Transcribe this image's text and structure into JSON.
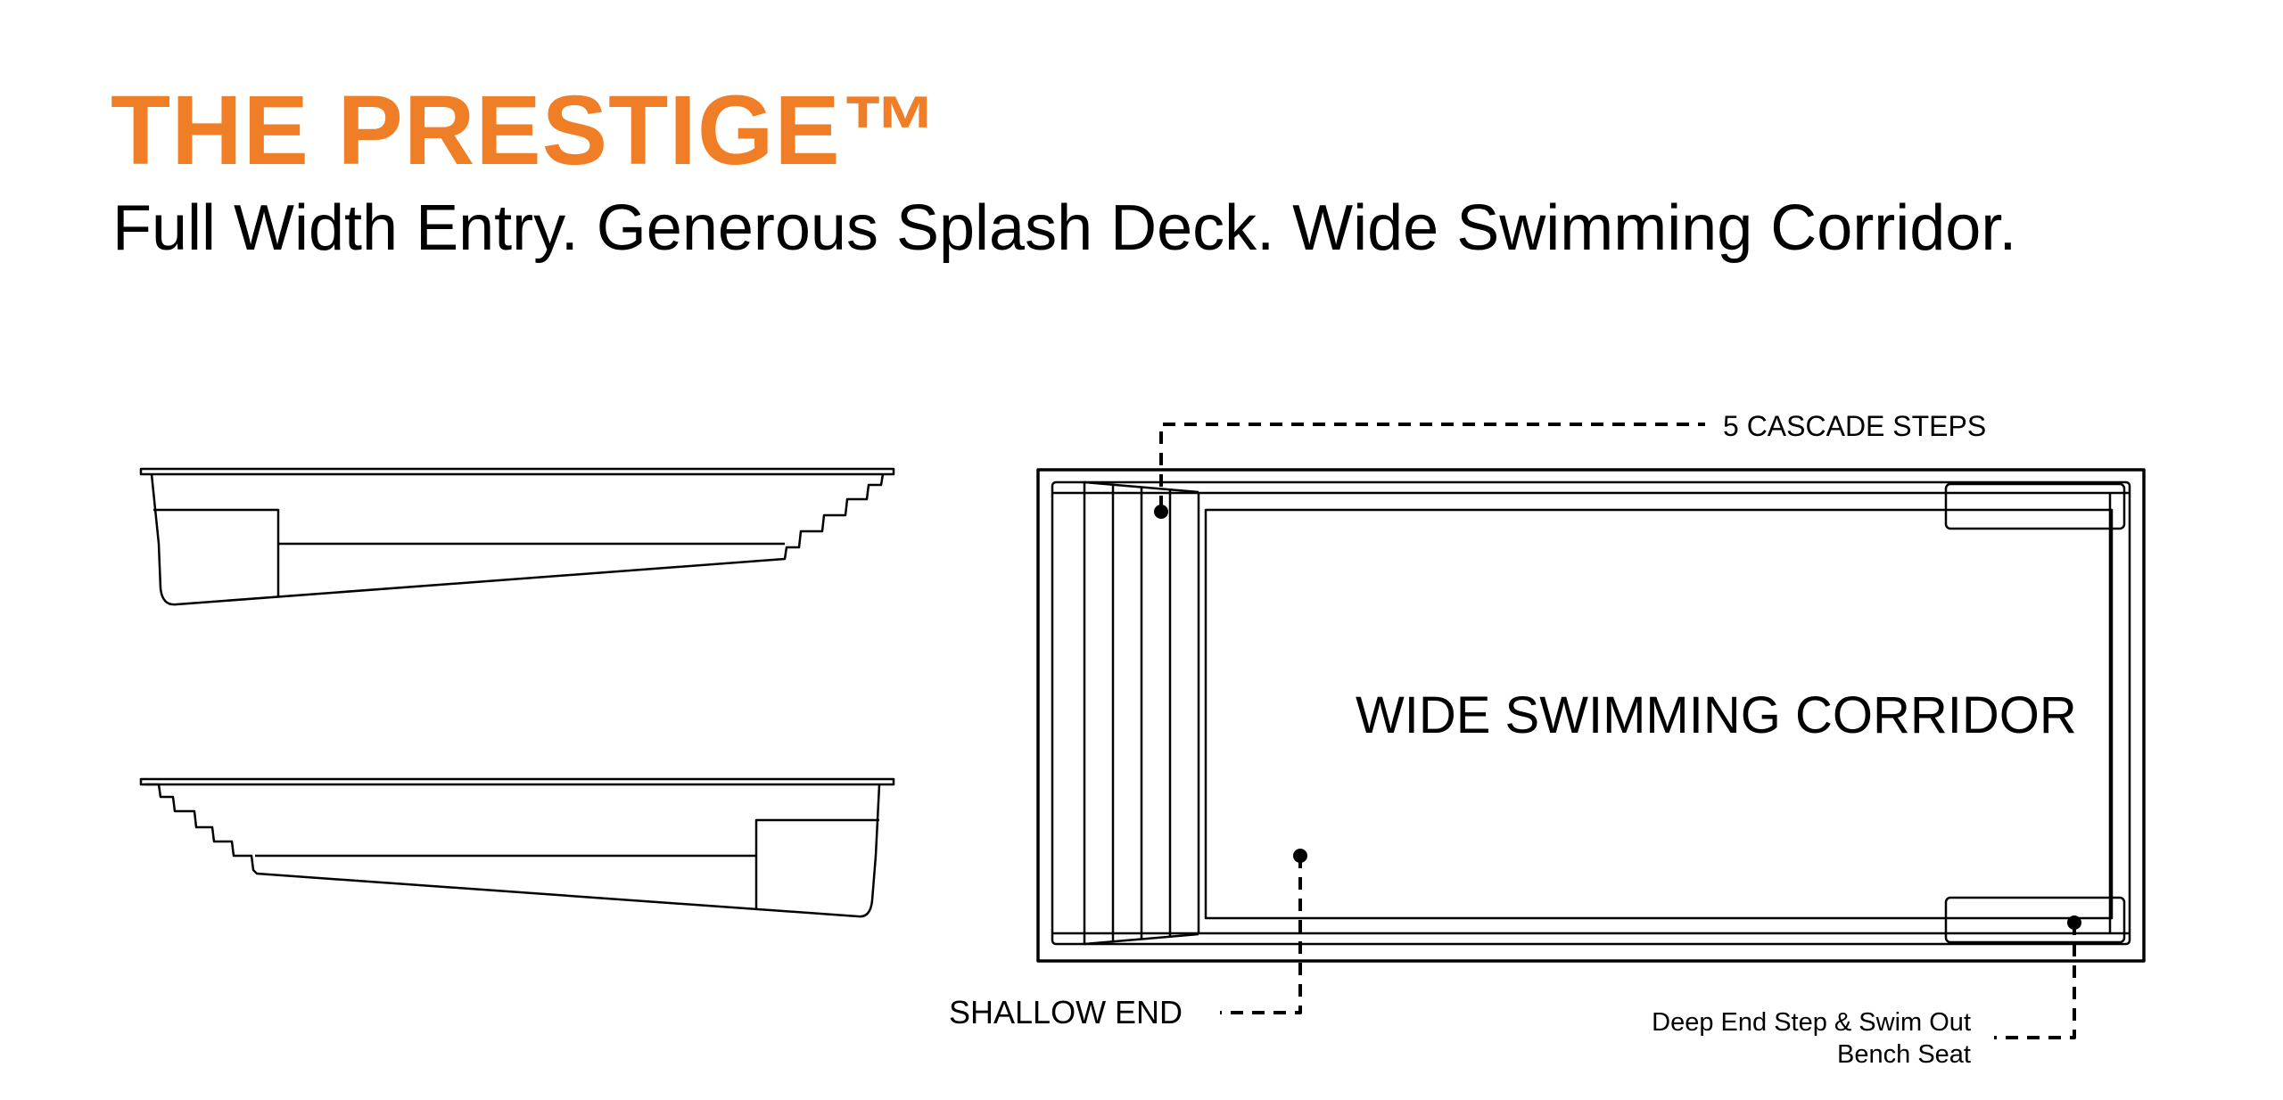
{
  "header": {
    "title": "THE PRESTIGE™",
    "subtitle": "Full Width Entry. Generous Splash Deck. Wide Swimming Corridor."
  },
  "callouts": {
    "cascade_steps": "5 CASCADE STEPS",
    "corridor": "WIDE SWIMMING CORRIDOR",
    "shallow_end": "SHALLOW END",
    "deep_end_line1": "Deep End Step & Swim Out",
    "deep_end_line2": "Bench Seat"
  },
  "colors": {
    "accent": "#F07E26",
    "line": "#000000"
  }
}
